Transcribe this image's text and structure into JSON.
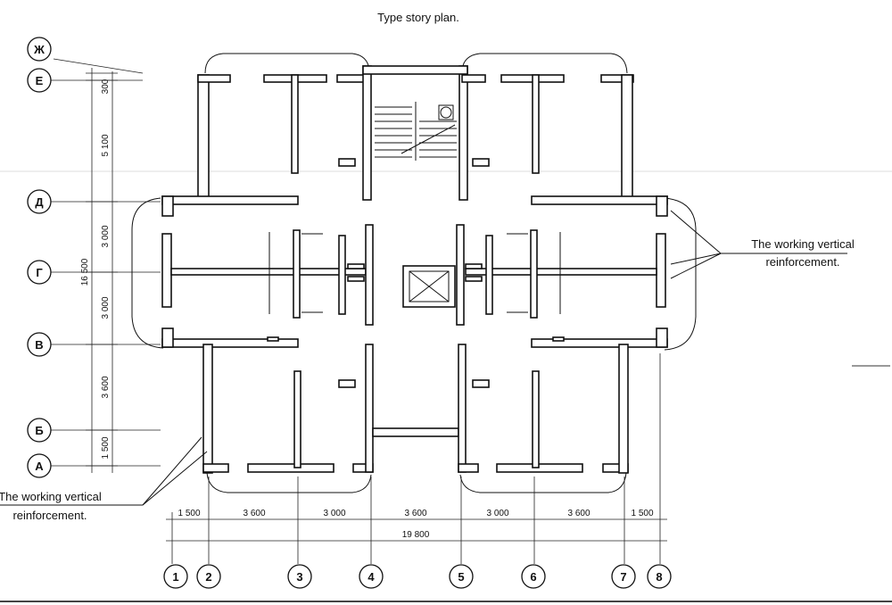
{
  "title": "Type story plan.",
  "row_axes": [
    "Ж",
    "Е",
    "Д",
    "Г",
    "В",
    "Б",
    "А"
  ],
  "column_axes": [
    "1",
    "2",
    "3",
    "4",
    "5",
    "6",
    "7",
    "8"
  ],
  "vertical_dimensions": [
    "300",
    "5 100",
    "3 000",
    "3 000",
    "3 600",
    "1 500"
  ],
  "vertical_total": "16 500",
  "horizontal_dimensions": [
    "1 500",
    "3 600",
    "3 000",
    "3 600",
    "3 000",
    "3 600",
    "1 500"
  ],
  "horizontal_total": "19 800",
  "annotations": {
    "right_note_line1": "The working vertical",
    "right_note_line2": "reinforcement.",
    "left_note_line1": "The working vertical",
    "left_note_line2": "reinforcement."
  }
}
